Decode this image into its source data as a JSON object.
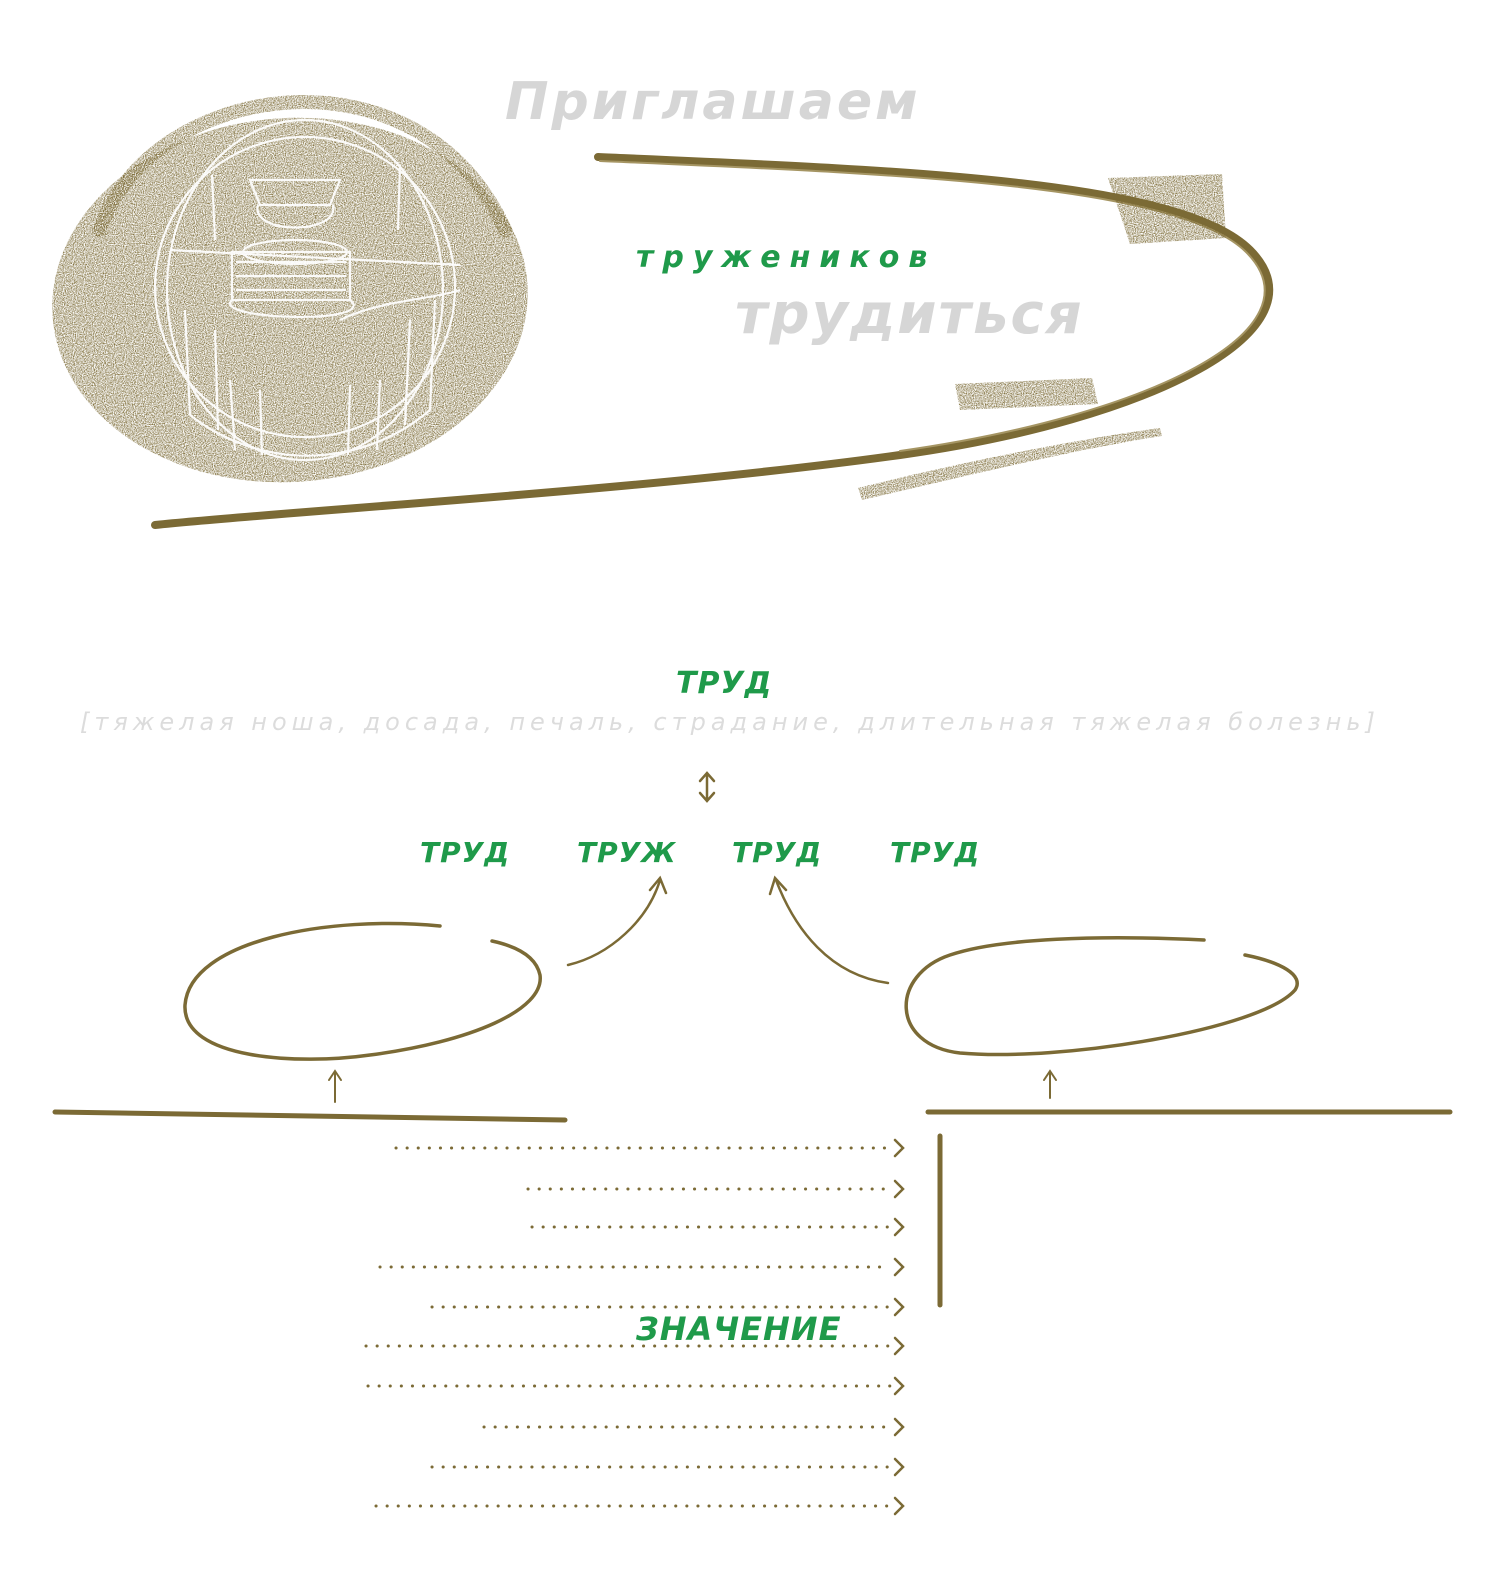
{
  "colors": {
    "olive": "#7b6a35",
    "green_text": "#1f9a4a",
    "grey_text": "#d6d6d6",
    "background": "#ffffff"
  },
  "header": {
    "invite_title": "Приглашаем",
    "workers_word": "тружеников",
    "to_work_word": "трудиться"
  },
  "illustration": {
    "icon": "vessel-sketch-icon"
  },
  "etymology": {
    "heading": "ТРУД",
    "meanings": "[тяжелая ноша, досада, печаль, страдание, длительная тяжелая болезнь]",
    "relation_icon": "double-arrow-icon",
    "variants": [
      "ТРУД",
      "ТРУЖ",
      "ТРУД",
      "ТРУД"
    ]
  },
  "bottom": {
    "meaning_label": "ЗНАЧЕНИЕ",
    "dotted_arrow_count": 10
  }
}
